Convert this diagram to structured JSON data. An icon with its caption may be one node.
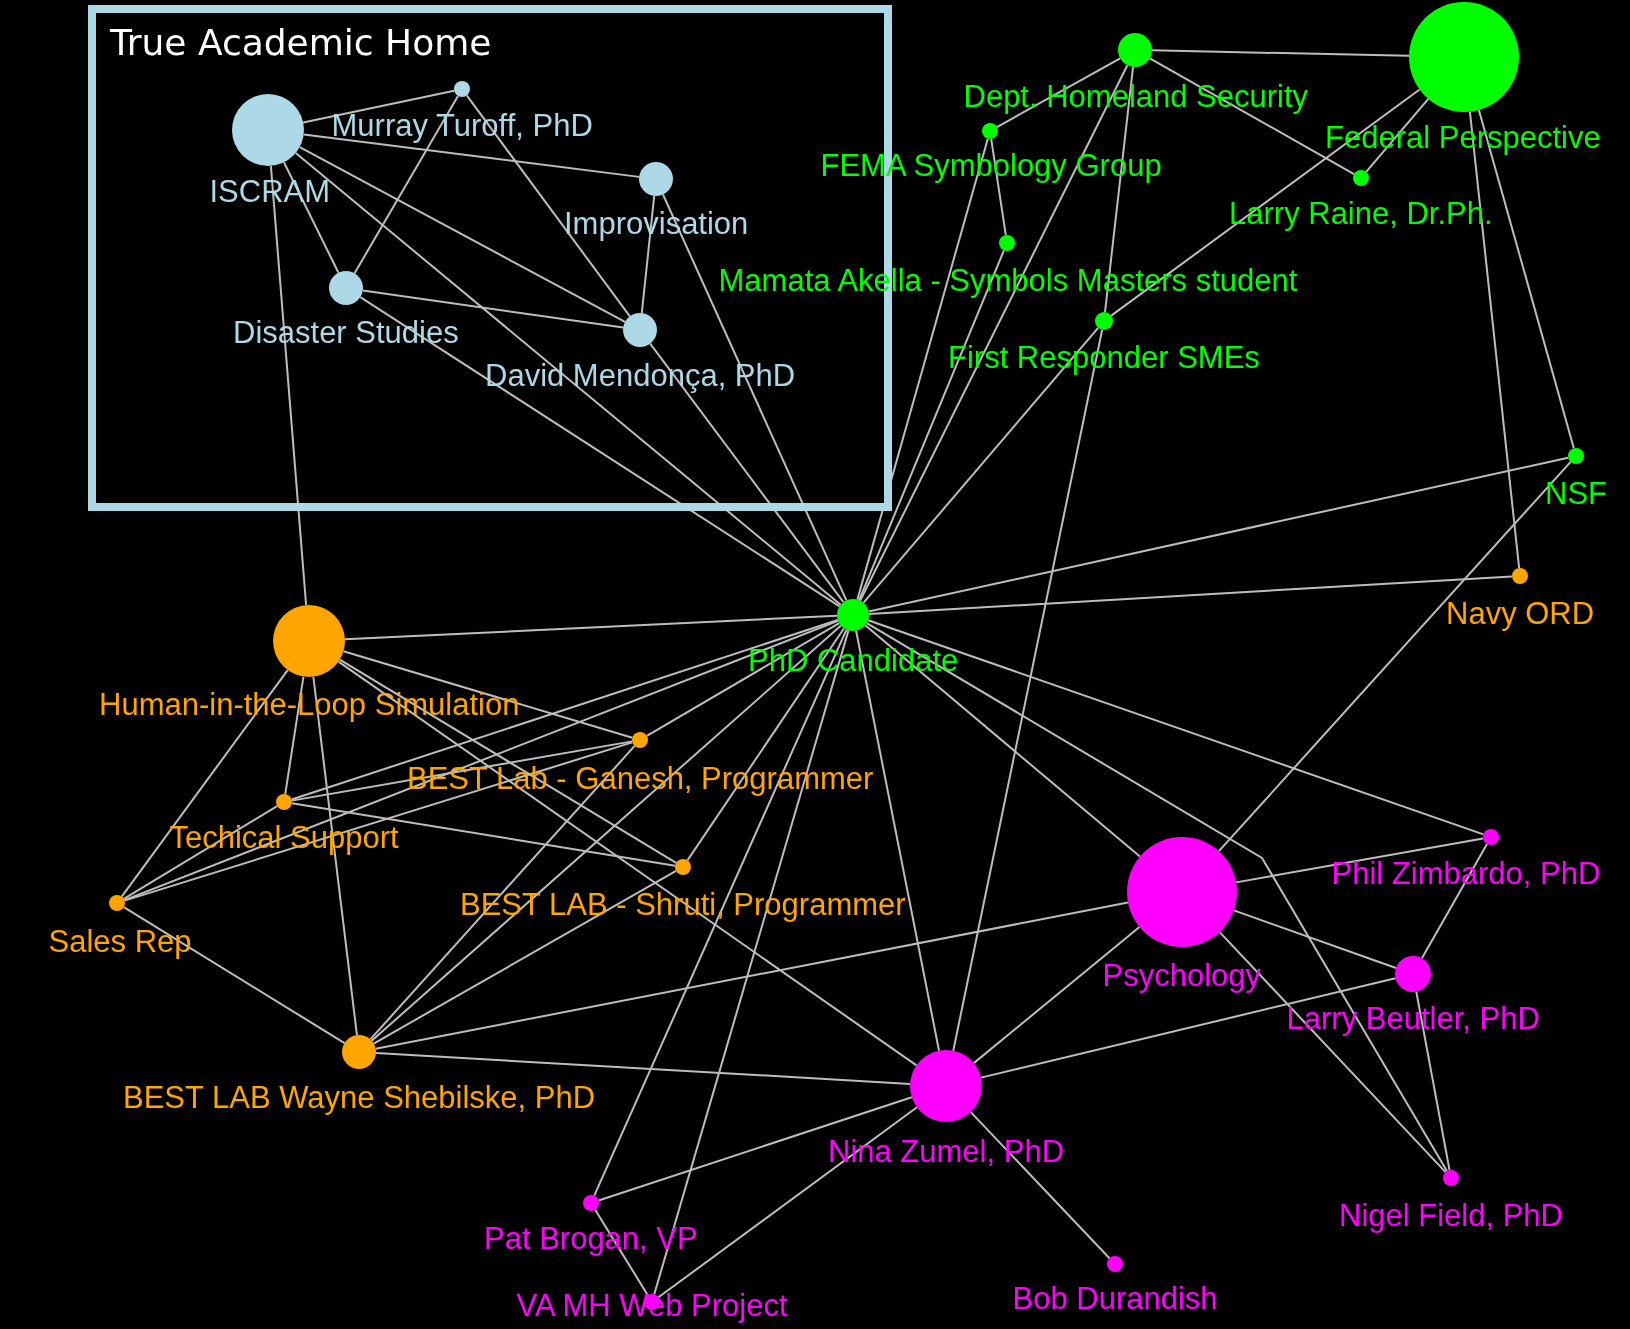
{
  "diagram": {
    "nodes": [
      {
        "text": [
          "True Academic Home"
        ]
      },
      {
        "text": [
          "ISCRAM"
        ],
        "in": 0
      },
      {
        "text": [
          "Murray Turoff, PhD"
        ],
        "in": 0
      },
      {
        "text": [
          "Improvisation"
        ],
        "in": 0
      },
      {
        "text": [
          "Disaster Studies"
        ],
        "in": 0
      },
      {
        "text": [
          "David Mendonça, PhD"
        ],
        "in": 0
      },
      {
        "text": [
          "Dept. Homeland Security"
        ]
      },
      {
        "text": [
          "Federal Perspective"
        ]
      },
      {
        "text": [
          "FEMA Symbology Group"
        ]
      },
      {
        "text": [
          "Larry Raine, Dr.Ph."
        ]
      },
      {
        "text": [
          "Mamata Akella - Symbols Masters student"
        ]
      },
      {
        "text": [
          "First Responder SMEs"
        ]
      },
      {
        "text": [
          "NSF"
        ]
      },
      {
        "text": [
          "PhD Candidate"
        ]
      },
      {
        "text": [
          "Navy ORD"
        ]
      },
      {
        "text": [
          "Human-in-the-Loop Simulation"
        ]
      },
      {
        "text": [
          "BEST Lab - Ganesh, Programmer"
        ]
      },
      {
        "text": [
          "Techical Support"
        ]
      },
      {
        "text": [
          "BEST LAB - Shruti, Programmer"
        ]
      },
      {
        "text": [
          "Sales Rep"
        ]
      },
      {
        "text": [
          "BEST LAB Wayne Shebilske, PhD"
        ]
      },
      {
        "text": [
          "Psychology"
        ]
      },
      {
        "text": [
          "Phil Zimbardo, PhD"
        ]
      },
      {
        "text": [
          "Larry Beutler, PhD"
        ]
      },
      {
        "text": [
          "Nina Zumel, PhD"
        ]
      },
      {
        "text": [
          "Pat Brogan, VP"
        ]
      },
      {
        "text": [
          "Nigel Field, PhD"
        ]
      },
      {
        "text": [
          "VA MH Web Project"
        ]
      },
      {
        "text": [
          "Bob Durandish"
        ]
      }
    ],
    "edges": [
      {
        "from": 1,
        "to": 2,
        "arrow": "none"
      },
      {
        "from": 1,
        "to": 3,
        "arrow": "none"
      },
      {
        "from": 1,
        "to": 4,
        "arrow": "none"
      },
      {
        "from": 1,
        "to": 5,
        "arrow": "none"
      },
      {
        "from": 1,
        "to": 13,
        "arrow": "none"
      },
      {
        "from": 1,
        "to": 15,
        "arrow": "none"
      },
      {
        "from": 2,
        "to": 4,
        "arrow": "none"
      },
      {
        "from": 2,
        "to": 5,
        "arrow": "none"
      },
      {
        "from": 3,
        "to": 5,
        "arrow": "none"
      },
      {
        "from": 3,
        "to": 13,
        "arrow": "none"
      },
      {
        "from": 4,
        "to": 5,
        "arrow": "none"
      },
      {
        "from": 4,
        "to": 13,
        "arrow": "none"
      },
      {
        "from": 5,
        "to": 13,
        "arrow": "none"
      },
      {
        "from": 6,
        "to": 7,
        "arrow": "none"
      },
      {
        "from": 6,
        "to": 8,
        "arrow": "none"
      },
      {
        "from": 6,
        "to": 9,
        "arrow": "none"
      },
      {
        "from": 6,
        "to": 11,
        "arrow": "none"
      },
      {
        "from": 6,
        "to": 13,
        "arrow": "none"
      },
      {
        "from": 7,
        "to": 9,
        "arrow": "none"
      },
      {
        "from": 7,
        "to": 11,
        "arrow": "none"
      },
      {
        "from": 7,
        "to": 12,
        "arrow": "none"
      },
      {
        "from": 7,
        "to": 14,
        "arrow": "none"
      },
      {
        "from": 8,
        "to": 10,
        "arrow": "none"
      },
      {
        "from": 8,
        "to": 13,
        "arrow": "none"
      },
      {
        "from": 10,
        "to": 13,
        "arrow": "none"
      },
      {
        "from": 11,
        "to": 13,
        "arrow": "none"
      },
      {
        "from": 11,
        "to": 24,
        "arrow": "none"
      },
      {
        "from": 12,
        "to": 13,
        "arrow": "none"
      },
      {
        "from": 12,
        "to": 21,
        "arrow": "none"
      },
      {
        "from": 13,
        "to": 14,
        "arrow": "none"
      },
      {
        "from": 13,
        "to": 15,
        "arrow": "none"
      },
      {
        "from": 13,
        "to": 16,
        "arrow": "none"
      },
      {
        "from": 13,
        "to": 17,
        "arrow": "none"
      },
      {
        "from": 13,
        "to": 18,
        "arrow": "none"
      },
      {
        "from": 13,
        "to": 19,
        "arrow": "none"
      },
      {
        "from": 13,
        "to": 20,
        "arrow": "none"
      },
      {
        "from": 13,
        "to": 21,
        "arrow": "none"
      },
      {
        "from": 13,
        "to": 22,
        "arrow": "none"
      },
      {
        "from": 13,
        "to": 24,
        "arrow": "none"
      },
      {
        "from": 13,
        "to": 25,
        "arrow": "none"
      },
      {
        "from": 13,
        "to": 26,
        "arrow": "none"
      },
      {
        "from": 13,
        "to": 27,
        "arrow": "none"
      },
      {
        "from": 15,
        "to": 16,
        "arrow": "none"
      },
      {
        "from": 15,
        "to": 17,
        "arrow": "none"
      },
      {
        "from": 15,
        "to": 18,
        "arrow": "none"
      },
      {
        "from": 15,
        "to": 19,
        "arrow": "none"
      },
      {
        "from": 15,
        "to": 20,
        "arrow": "none"
      },
      {
        "from": 15,
        "to": 24,
        "arrow": "none"
      },
      {
        "from": 16,
        "to": 17,
        "arrow": "none"
      },
      {
        "from": 16,
        "to": 19,
        "arrow": "none"
      },
      {
        "from": 16,
        "to": 20,
        "arrow": "none"
      },
      {
        "from": 17,
        "to": 18,
        "arrow": "none"
      },
      {
        "from": 17,
        "to": 19,
        "arrow": "none"
      },
      {
        "from": 18,
        "to": 20,
        "arrow": "none"
      },
      {
        "from": 19,
        "to": 20,
        "arrow": "none"
      },
      {
        "from": 20,
        "to": 21,
        "arrow": "none"
      },
      {
        "from": 20,
        "to": 24,
        "arrow": "none"
      },
      {
        "from": 21,
        "to": 22,
        "arrow": "none"
      },
      {
        "from": 21,
        "to": 23,
        "arrow": "none"
      },
      {
        "from": 21,
        "to": 24,
        "arrow": "none"
      },
      {
        "from": 21,
        "to": 26,
        "arrow": "none"
      },
      {
        "from": 22,
        "to": 23,
        "arrow": "none"
      },
      {
        "from": 23,
        "to": 24,
        "arrow": "none"
      },
      {
        "from": 23,
        "to": 26,
        "arrow": "none"
      },
      {
        "from": 24,
        "to": 25,
        "arrow": "none"
      },
      {
        "from": 24,
        "to": 27,
        "arrow": "none"
      },
      {
        "from": 24,
        "to": 28,
        "arrow": "none"
      },
      {
        "from": 25,
        "to": 27,
        "arrow": "none"
      }
    ]
  }
}
